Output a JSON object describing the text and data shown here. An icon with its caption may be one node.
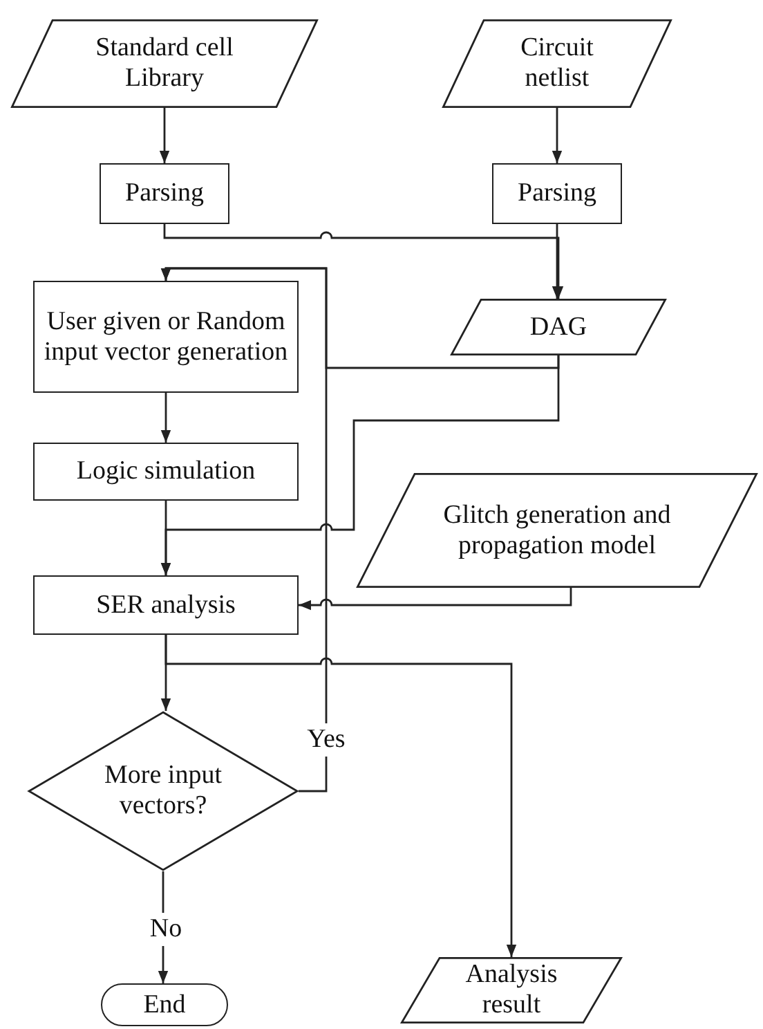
{
  "diagram": {
    "nodes": [
      {
        "text": [
          "Standard cell Library"
        ]
      },
      {
        "text": [
          "Circuit netlist"
        ]
      },
      {
        "text": [
          "Parsing"
        ]
      },
      {
        "text": [
          "Parsing"
        ]
      },
      {
        "text": [
          "User given or Random input vector generation"
        ]
      },
      {
        "text": [
          "DAG"
        ]
      },
      {
        "text": [
          "Logic simulation"
        ]
      },
      {
        "text": [
          "Glitch generation and propagation model"
        ]
      },
      {
        "text": [
          "SER analysis"
        ]
      },
      {
        "text": [
          "More input vectors?"
        ]
      },
      {
        "text": [
          "End"
        ]
      },
      {
        "text": [
          "Analysis result"
        ]
      }
    ],
    "edges": [
      {
        "from": 0,
        "to": 2,
        "arrow": "to"
      },
      {
        "from": 1,
        "to": 3,
        "arrow": "to"
      },
      {
        "from": 2,
        "to": 5,
        "arrow": "to"
      },
      {
        "from": 3,
        "to": 5,
        "arrow": "to"
      },
      {
        "from": 5,
        "to": 4,
        "arrow": "to"
      },
      {
        "from": 5,
        "to": 8,
        "arrow": "to"
      },
      {
        "from": 4,
        "to": 6,
        "arrow": "to"
      },
      {
        "from": 6,
        "to": 8,
        "arrow": "to"
      },
      {
        "from": 7,
        "to": 8,
        "arrow": "to"
      },
      {
        "from": 8,
        "to": 9,
        "arrow": "to"
      },
      {
        "from": 8,
        "to": 11,
        "arrow": "to"
      },
      {
        "from": 9,
        "to": 4,
        "arrow": "to",
        "label": "Yes"
      },
      {
        "from": 9,
        "to": 10,
        "arrow": "to",
        "label": "No"
      }
    ]
  }
}
